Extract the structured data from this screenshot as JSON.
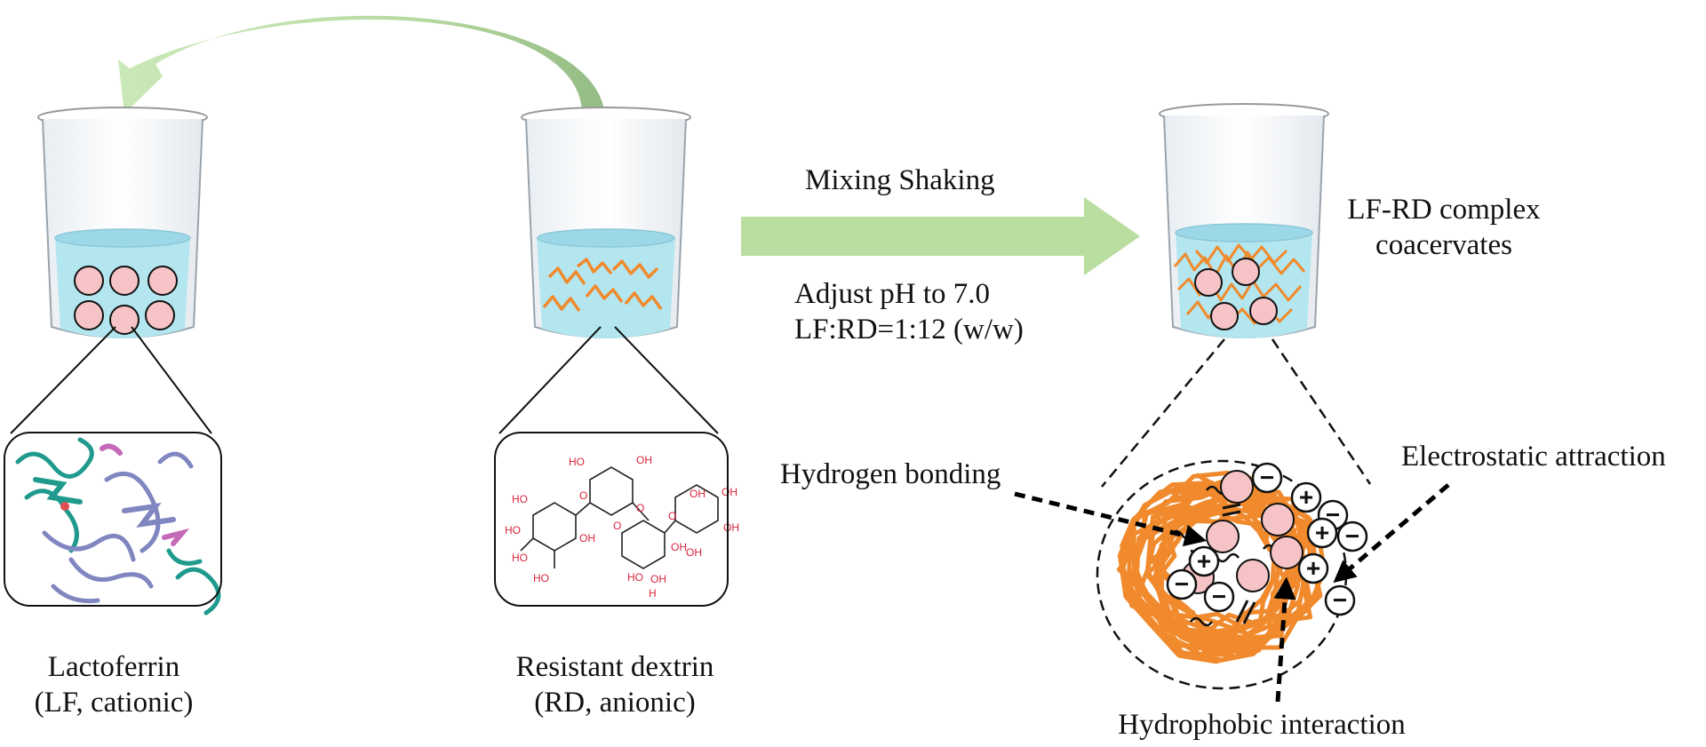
{
  "labels": {
    "lactoferrin_line1": "Lactoferrin",
    "lactoferrin_line2": "(LF, cationic)",
    "dextrin_line1": "Resistant dextrin",
    "dextrin_line2": "(RD, anionic)",
    "process_top": "Mixing Shaking",
    "process_bottom_line1": "Adjust pH to 7.0",
    "process_bottom_line2": "LF:RD=1:12 (w/w)",
    "product_line1": "LF-RD complex",
    "product_line2": "coacervates",
    "hydrogen_bonding": "Hydrogen bonding",
    "electrostatic_attraction": "Electrostatic attraction",
    "hydrophobic_interaction": "Hydrophobic interaction"
  },
  "chem_labels": [
    "HO",
    "HO",
    "HO",
    "HO",
    "OH",
    "O",
    "HO",
    "OH",
    "O",
    "O",
    "OH",
    "OH",
    "OH",
    "OH",
    "O",
    "HO",
    "OH",
    "OH",
    "H"
  ],
  "charges": {
    "plus": "+",
    "minus": "−"
  },
  "colors": {
    "liquid": "#b4e6f0",
    "liquid_top": "#9cd8e8",
    "sphere": "#f6c4c6",
    "polymer": "#f08a2c",
    "arrow_green": "#b9dea0",
    "helix_teal": "#1f9a8c",
    "helix_slate": "#7f86c0",
    "helix_pink": "#c46ab8",
    "chem_red": "#d8243a"
  }
}
